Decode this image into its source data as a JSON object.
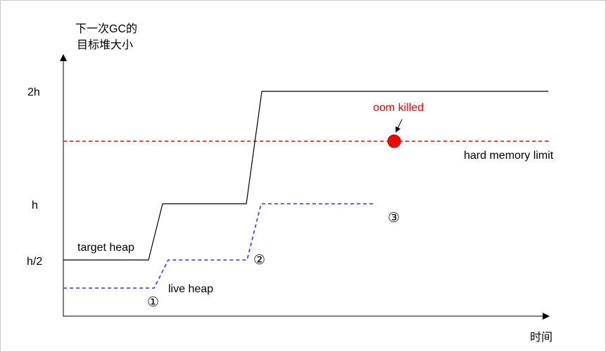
{
  "y_axis": {
    "title_line1": "下一次GC的",
    "title_line2": "目标堆大小",
    "ticks": [
      "2h",
      "h",
      "h/2"
    ]
  },
  "x_axis": {
    "title": "时间"
  },
  "series": {
    "target_heap": {
      "label": "target heap",
      "color": "#000000"
    },
    "live_heap": {
      "label": "live heap",
      "color": "#3333ff"
    },
    "hard_limit": {
      "label": "hard memory limit",
      "color": "#ff0000"
    }
  },
  "event": {
    "label": "oom killed",
    "color": "#ff0000"
  },
  "markers": [
    "①",
    "②",
    "③"
  ]
}
